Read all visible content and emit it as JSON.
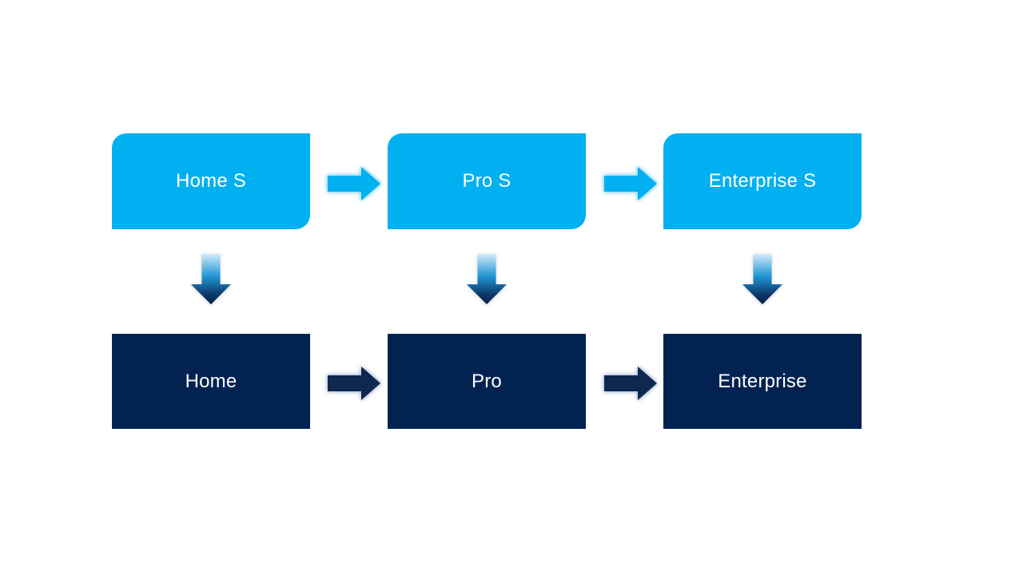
{
  "diagram": {
    "title": "product-edition-flow",
    "columns": [
      {
        "top_label": "Home S",
        "bottom_label": "Home"
      },
      {
        "top_label": "Pro S",
        "bottom_label": "Pro"
      },
      {
        "top_label": "Enterprise S",
        "bottom_label": "Enterprise"
      }
    ],
    "colors": {
      "background": "#ffffff",
      "text": "#ffffff",
      "top_box": "#00b0f0",
      "bottom_box": "#022351",
      "top_arrow": "#00b0f0",
      "top_arrow_glow": "#8ed6f5",
      "bottom_arrow": "#0e2850",
      "bottom_arrow_glow": "#b3c2da",
      "down_arrow_gradient_top": "#d2ebfa",
      "down_arrow_gradient_mid1": "#2094d2",
      "down_arrow_gradient_mid2": "#0d3a6b",
      "down_arrow_gradient_tip": "#061f42"
    }
  }
}
